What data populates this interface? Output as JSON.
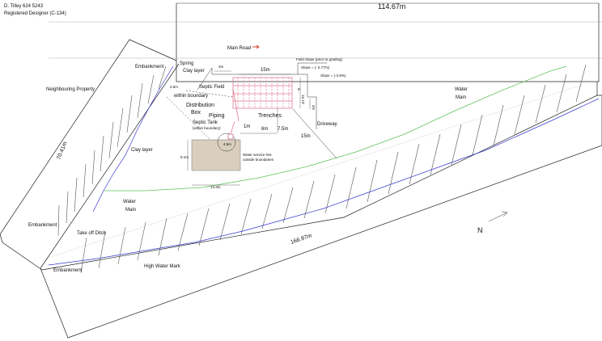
{
  "designer": {
    "name": "D. Tilley 624 5243",
    "title": "Registered Designer (C-134)"
  },
  "dimensions": {
    "top_frontage": "114.67m",
    "left_side": "70.41m",
    "bottom_side": "166.97m",
    "field_width": "15m",
    "field_height": "16.74'",
    "spacing_3m_top": "3m",
    "spacing_3m_right": "3m",
    "septic_clearance": "1m",
    "setback_6m": "6m",
    "setback_7_5m": "7.5m",
    "driveway_15m": "15m",
    "spring_offset": "4.5m",
    "tank_offset": "4.5m",
    "house_height": "9.1m",
    "house_width": "14.3m",
    "field_small": "6'"
  },
  "labels": {
    "main_road": "Main Road",
    "field_slope": "Field Slope (prior to grading)",
    "slope_1": "Slope = (- 5.77%)",
    "slope_2": "Slope = (-3.9%)",
    "neighbouring_property": "Neighbouring Property",
    "embankment_top": "Embankment",
    "embankment_left": "Embankment",
    "embankment_bottom": "Embankment",
    "spring": "Spring",
    "clay_layer_top": "Clay layer",
    "clay_layer_mid": "Clay layer",
    "within_boundary": "within boundary",
    "septic_field": "Septic Field",
    "distribution_box_1": "Distribution",
    "distribution_box_2": "Box",
    "piping": "Piping",
    "trenches": "Trenches",
    "driveway": "Driveway",
    "septic_tank": "Septic Tank",
    "septic_tank_note": "(within boundary)",
    "water_service_1": "Water service line",
    "water_service_2": "outside boundaries",
    "water_main_left_1": "Water",
    "water_main_left_2": "Main",
    "water_main_right_1": "Water",
    "water_main_right_2": "Main",
    "take_off_ditch": "Take off Ditch",
    "high_water_mark": "High Water Mark",
    "north": "N"
  },
  "colors": {
    "water_line": "#3a3ad0",
    "water_main": "#5fc25f",
    "septic_field": "#e07a96",
    "arrow": "#d23c2a",
    "house_fill": "#d9cfbe"
  }
}
